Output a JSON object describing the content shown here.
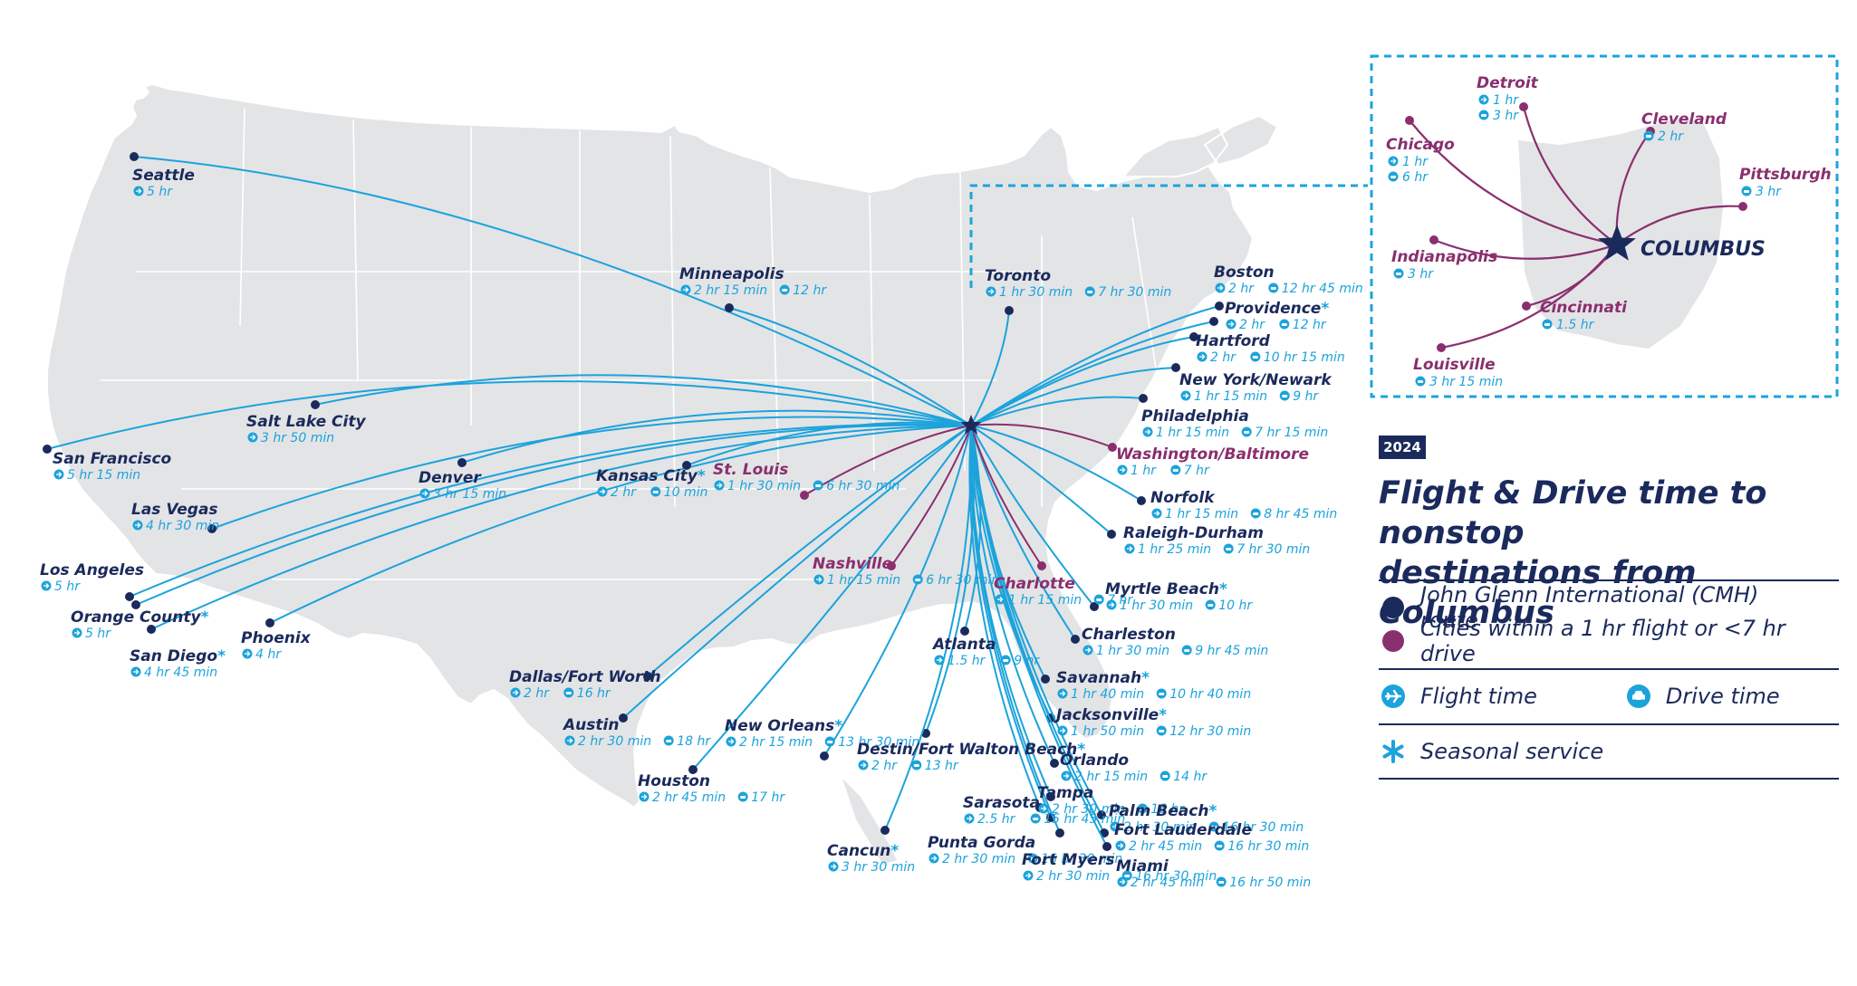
{
  "colors": {
    "navy": "#1b2a5c",
    "route_blue": "#1ca3dc",
    "regional_purple": "#8a2f6e",
    "land_gray": "#e3e4e6",
    "border_white": "#ffffff",
    "inset_border": "#1ca3dc"
  },
  "hub": {
    "name": "COLUMBUS"
  },
  "map": {
    "cities": [
      {
        "name": "Seattle",
        "type": "cmh",
        "times": [
          {
            "kind": "flight",
            "value": "5 hr"
          }
        ]
      },
      {
        "name": "San Francisco",
        "type": "cmh",
        "times": [
          {
            "kind": "flight",
            "value": "5 hr 15 min"
          }
        ]
      },
      {
        "name": "Las Vegas",
        "type": "cmh",
        "times": [
          {
            "kind": "flight",
            "value": "4 hr 30 min"
          }
        ]
      },
      {
        "name": "Los Angeles",
        "type": "cmh",
        "times": [
          {
            "kind": "flight",
            "value": "5 hr"
          }
        ]
      },
      {
        "name": "Orange County",
        "type": "cmh",
        "seasonal": true,
        "times": [
          {
            "kind": "flight",
            "value": "5 hr"
          }
        ]
      },
      {
        "name": "San Diego",
        "type": "cmh",
        "seasonal": true,
        "times": [
          {
            "kind": "flight",
            "value": "4 hr 45 min"
          }
        ]
      },
      {
        "name": "Phoenix",
        "type": "cmh",
        "times": [
          {
            "kind": "flight",
            "value": "4 hr"
          }
        ]
      },
      {
        "name": "Salt Lake City",
        "type": "cmh",
        "times": [
          {
            "kind": "flight",
            "value": "3 hr 50 min"
          }
        ]
      },
      {
        "name": "Denver",
        "type": "cmh",
        "times": [
          {
            "kind": "flight",
            "value": "3 hr 15 min"
          }
        ]
      },
      {
        "name": "Minneapolis",
        "type": "cmh",
        "times": [
          {
            "kind": "flight",
            "value": "2 hr 15 min"
          },
          {
            "kind": "drive",
            "value": "12 hr"
          }
        ]
      },
      {
        "name": "Kansas City",
        "type": "cmh",
        "seasonal": true,
        "times": [
          {
            "kind": "flight",
            "value": "2 hr"
          },
          {
            "kind": "drive",
            "value": "10 min"
          }
        ]
      },
      {
        "name": "St. Louis",
        "type": "regional",
        "times": [
          {
            "kind": "flight",
            "value": "1 hr 30 min"
          },
          {
            "kind": "drive",
            "value": "6 hr 30 min"
          }
        ]
      },
      {
        "name": "Dallas/Fort Worth",
        "type": "cmh",
        "times": [
          {
            "kind": "flight",
            "value": "2 hr"
          },
          {
            "kind": "drive",
            "value": "16 hr"
          }
        ]
      },
      {
        "name": "Austin",
        "type": "cmh",
        "times": [
          {
            "kind": "flight",
            "value": "2 hr 30 min"
          },
          {
            "kind": "drive",
            "value": "18 hr"
          }
        ]
      },
      {
        "name": "Houston",
        "type": "cmh",
        "times": [
          {
            "kind": "flight",
            "value": "2 hr 45 min"
          },
          {
            "kind": "drive",
            "value": "17 hr"
          }
        ]
      },
      {
        "name": "New Orleans",
        "type": "cmh",
        "seasonal": true,
        "times": [
          {
            "kind": "flight",
            "value": "2 hr 15 min"
          },
          {
            "kind": "drive",
            "value": "13 hr 30 min"
          }
        ]
      },
      {
        "name": "Nashville",
        "type": "regional",
        "times": [
          {
            "kind": "flight",
            "value": "1 hr 15 min"
          },
          {
            "kind": "drive",
            "value": "6 hr 30 min"
          }
        ]
      },
      {
        "name": "Atlanta",
        "type": "cmh",
        "times": [
          {
            "kind": "flight",
            "value": "1.5 hr"
          },
          {
            "kind": "drive",
            "value": "9 hr"
          }
        ]
      },
      {
        "name": "Destin/Fort Walton Beach",
        "type": "cmh",
        "seasonal": true,
        "times": [
          {
            "kind": "flight",
            "value": "2 hr"
          },
          {
            "kind": "drive",
            "value": "13 hr"
          }
        ]
      },
      {
        "name": "Cancun",
        "type": "cmh",
        "seasonal": true,
        "times": [
          {
            "kind": "flight",
            "value": "3 hr 30 min"
          }
        ]
      },
      {
        "name": "Punta Gorda",
        "type": "cmh",
        "times": [
          {
            "kind": "flight",
            "value": "2 hr 30 min"
          },
          {
            "kind": "drive",
            "value": "16 hr 30 min"
          }
        ]
      },
      {
        "name": "Sarasota",
        "type": "cmh",
        "times": [
          {
            "kind": "flight",
            "value": "2.5 hr"
          },
          {
            "kind": "drive",
            "value": "15 hr 45 min"
          }
        ]
      },
      {
        "name": "Tampa",
        "type": "cmh",
        "times": [
          {
            "kind": "flight",
            "value": "2 hr 30 min"
          },
          {
            "kind": "drive",
            "value": "16 hr"
          }
        ]
      },
      {
        "name": "Fort Myers",
        "type": "cmh",
        "times": [
          {
            "kind": "flight",
            "value": "2 hr 30 min"
          },
          {
            "kind": "drive",
            "value": "16 hr 30 min"
          }
        ]
      },
      {
        "name": "Orlando",
        "type": "cmh",
        "times": [
          {
            "kind": "flight",
            "value": "2 hr 15 min"
          },
          {
            "kind": "drive",
            "value": "14 hr"
          }
        ]
      },
      {
        "name": "Jacksonville",
        "type": "cmh",
        "seasonal": true,
        "times": [
          {
            "kind": "flight",
            "value": "1 hr 50 min"
          },
          {
            "kind": "drive",
            "value": "12 hr 30 min"
          }
        ]
      },
      {
        "name": "Savannah",
        "type": "cmh",
        "seasonal": true,
        "times": [
          {
            "kind": "flight",
            "value": "1 hr 40 min"
          },
          {
            "kind": "drive",
            "value": "10 hr 40 min"
          }
        ]
      },
      {
        "name": "Charleston",
        "type": "cmh",
        "times": [
          {
            "kind": "flight",
            "value": "1 hr 30 min"
          },
          {
            "kind": "drive",
            "value": "9 hr 45 min"
          }
        ]
      },
      {
        "name": "Charlotte",
        "type": "regional",
        "times": [
          {
            "kind": "flight",
            "value": "1 hr 15 min"
          },
          {
            "kind": "drive",
            "value": "7 hr"
          }
        ]
      },
      {
        "name": "Myrtle Beach",
        "type": "cmh",
        "seasonal": true,
        "times": [
          {
            "kind": "flight",
            "value": "1 hr 30 min"
          },
          {
            "kind": "drive",
            "value": "10 hr"
          }
        ]
      },
      {
        "name": "Palm Beach",
        "type": "cmh",
        "seasonal": true,
        "times": [
          {
            "kind": "flight",
            "value": "2 hr 30 min"
          },
          {
            "kind": "drive",
            "value": "16 hr 30 min"
          }
        ]
      },
      {
        "name": "Fort Lauderdale",
        "type": "cmh",
        "times": [
          {
            "kind": "flight",
            "value": "2 hr 45 min"
          },
          {
            "kind": "drive",
            "value": "16 hr 30 min"
          }
        ]
      },
      {
        "name": "Miami",
        "type": "cmh",
        "times": [
          {
            "kind": "flight",
            "value": "2 hr 45 min"
          },
          {
            "kind": "drive",
            "value": "16 hr 50 min"
          }
        ]
      },
      {
        "name": "Raleigh-Durham",
        "type": "cmh",
        "times": [
          {
            "kind": "flight",
            "value": "1 hr 25 min"
          },
          {
            "kind": "drive",
            "value": "7 hr 30 min"
          }
        ]
      },
      {
        "name": "Norfolk",
        "type": "cmh",
        "times": [
          {
            "kind": "flight",
            "value": "1 hr 15 min"
          },
          {
            "kind": "drive",
            "value": "8 hr 45 min"
          }
        ]
      },
      {
        "name": "Washington/Baltimore",
        "type": "regional",
        "times": [
          {
            "kind": "flight",
            "value": "1 hr"
          },
          {
            "kind": "drive",
            "value": "7 hr"
          }
        ]
      },
      {
        "name": "Philadelphia",
        "type": "cmh",
        "times": [
          {
            "kind": "flight",
            "value": "1 hr 15 min"
          },
          {
            "kind": "drive",
            "value": "7 hr 15 min"
          }
        ]
      },
      {
        "name": "New York/Newark",
        "type": "cmh",
        "times": [
          {
            "kind": "flight",
            "value": "1 hr 15 min"
          },
          {
            "kind": "drive",
            "value": "9 hr"
          }
        ]
      },
      {
        "name": "Hartford",
        "type": "cmh",
        "times": [
          {
            "kind": "flight",
            "value": "2 hr"
          },
          {
            "kind": "drive",
            "value": "10 hr 15 min"
          }
        ]
      },
      {
        "name": "Providence",
        "type": "cmh",
        "seasonal": true,
        "times": [
          {
            "kind": "flight",
            "value": "2 hr"
          },
          {
            "kind": "drive",
            "value": "12 hr"
          }
        ]
      },
      {
        "name": "Boston",
        "type": "cmh",
        "times": [
          {
            "kind": "flight",
            "value": "2 hr"
          },
          {
            "kind": "drive",
            "value": "12 hr 45 min"
          }
        ]
      },
      {
        "name": "Toronto",
        "type": "cmh",
        "times": [
          {
            "kind": "flight",
            "value": "1 hr 30 min"
          },
          {
            "kind": "drive",
            "value": "7 hr 30 min"
          }
        ]
      }
    ]
  },
  "inset": {
    "hub_label": "COLUMBUS",
    "cities": [
      {
        "name": "Detroit",
        "times": [
          {
            "kind": "flight",
            "value": "1 hr"
          },
          {
            "kind": "drive",
            "value": "3 hr"
          }
        ]
      },
      {
        "name": "Chicago",
        "times": [
          {
            "kind": "flight",
            "value": "1 hr"
          },
          {
            "kind": "drive",
            "value": "6 hr"
          }
        ]
      },
      {
        "name": "Cleveland",
        "times": [
          {
            "kind": "drive",
            "value": "2 hr"
          }
        ]
      },
      {
        "name": "Pittsburgh",
        "times": [
          {
            "kind": "drive",
            "value": "3 hr"
          }
        ]
      },
      {
        "name": "Indianapolis",
        "times": [
          {
            "kind": "drive",
            "value": "3 hr"
          }
        ]
      },
      {
        "name": "Cincinnati",
        "times": [
          {
            "kind": "drive",
            "value": "1.5 hr"
          }
        ]
      },
      {
        "name": "Louisville",
        "times": [
          {
            "kind": "drive",
            "value": "3 hr 15 min"
          }
        ]
      }
    ]
  },
  "legend": {
    "year": "2024",
    "title_line1": "Flight & Drive time to nonstop",
    "title_line2": "destinations from Columbus",
    "cmh_route": "John Glenn International (CMH) route",
    "regional": "Cities within a 1 hr flight or <7 hr drive",
    "flight_time": "Flight time",
    "drive_time": "Drive time",
    "seasonal": "Seasonal service"
  }
}
